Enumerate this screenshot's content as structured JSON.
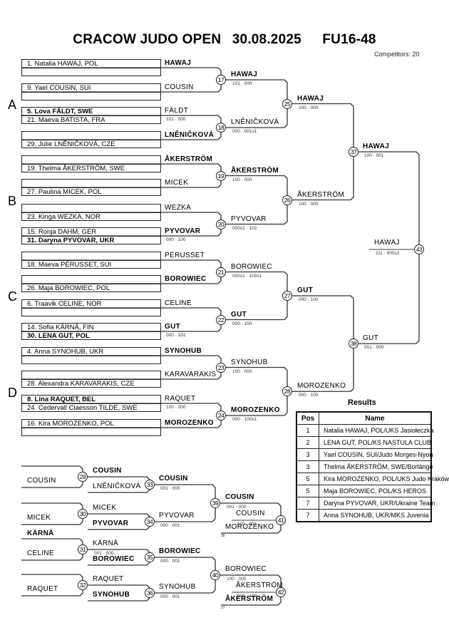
{
  "header": {
    "event": "CRACOW JUDO OPEN",
    "date": "30.08.2025",
    "category": "FU16-48",
    "competitors_label": "Competitors: 20"
  },
  "pools": [
    "A",
    "B",
    "C",
    "D"
  ],
  "draw": [
    {
      "top": "1. Natalia HAWAJ, POL",
      "bottom": "",
      "top_bold": false,
      "bottom_bold": false
    },
    {
      "top": "9. Yael COUSIN, SUI",
      "bottom": "",
      "top_bold": false,
      "bottom_bold": false
    },
    {
      "top": "5. Lova FÄLDT, SWE",
      "bottom": "21. Maeva BATISTA, FRA",
      "top_bold": true,
      "bottom_bold": false
    },
    {
      "top": "",
      "bottom": "29. Julie LNĚNIČKOVÁ, CZE",
      "top_bold": false,
      "bottom_bold": false
    },
    {
      "top": "",
      "bottom": "19. Thelma ÅKERSTRÖM, SWE",
      "top_bold": false,
      "bottom_bold": false
    },
    {
      "top": "",
      "bottom": "27. Paulina MICEK, POL",
      "top_bold": false,
      "bottom_bold": false
    },
    {
      "top": "",
      "bottom": "23. Kinga WEZKA, NOR",
      "top_bold": false,
      "bottom_bold": false
    },
    {
      "top": "15. Ronja DAHM, GER",
      "bottom": "31. Daryna PYVOVAR, UKR",
      "top_bold": false,
      "bottom_bold": true
    },
    {
      "top": "",
      "bottom": "18. Maeva PÉRUSSET, SUI",
      "top_bold": false,
      "bottom_bold": false
    },
    {
      "top": "",
      "bottom": "26. Maja BOROWIEC, POL",
      "top_bold": false,
      "bottom_bold": false
    },
    {
      "top": "6. Traavik CELINE, NOR",
      "bottom": "",
      "top_bold": false,
      "bottom_bold": false
    },
    {
      "top": "14. Sofia KÄRNÄ, FIN",
      "bottom": "30. LENA GUT, POL",
      "top_bold": false,
      "bottom_bold": true
    },
    {
      "top": "4. Anna SYNOHUB, UKR",
      "bottom": "",
      "top_bold": false,
      "bottom_bold": false
    },
    {
      "top": "",
      "bottom": "28. Alexandra KARAVARAKIS, CZE",
      "top_bold": false,
      "bottom_bold": false
    },
    {
      "top": "8. Lina RAQUET, BEL",
      "bottom": "24. Cedervall Claesson TILDE, SWE",
      "top_bold": true,
      "bottom_bold": false
    },
    {
      "top": "16. Kira MOROZENKO, POL",
      "bottom": "",
      "top_bold": false,
      "bottom_bold": false
    }
  ],
  "round1": [
    {
      "name": "HAWAJ",
      "bold": true,
      "score": ""
    },
    {
      "name": "COUSIN",
      "bold": false,
      "score": ""
    },
    {
      "name": "FÄLDT",
      "bold": false,
      "score": "101 · 000"
    },
    {
      "name": "LNĚNIČKOVÁ",
      "bold": true,
      "score": ""
    },
    {
      "name": "ÅKERSTRÖM",
      "bold": true,
      "score": ""
    },
    {
      "name": "MICEK",
      "bold": false,
      "score": ""
    },
    {
      "name": "WEZKA",
      "bold": false,
      "score": ""
    },
    {
      "name": "PYVOVAR",
      "bold": true,
      "score": "000 · 100"
    },
    {
      "name": "PÉRUSSET",
      "bold": false,
      "score": ""
    },
    {
      "name": "BOROWIEC",
      "bold": true,
      "score": ""
    },
    {
      "name": "CELINE",
      "bold": false,
      "score": ""
    },
    {
      "name": "GUT",
      "bold": true,
      "score": "000 · 101"
    },
    {
      "name": "SYNOHUB",
      "bold": true,
      "score": ""
    },
    {
      "name": "KARAVARAKIS",
      "bold": false,
      "score": ""
    },
    {
      "name": "RAQUET",
      "bold": false,
      "score": "100 · 000"
    },
    {
      "name": "MOROZENKO",
      "bold": true,
      "score": ""
    }
  ],
  "round2": [
    {
      "match": "17",
      "name": "HAWAJ",
      "bold": true,
      "score": "101 · 000"
    },
    {
      "match": "18",
      "name": "LNĚNIČKOVÁ",
      "bold": false,
      "score": "000 · 001s1"
    },
    {
      "match": "19",
      "name": "ÅKERSTRÖM",
      "bold": true,
      "score": "100 · 000"
    },
    {
      "match": "20",
      "name": "PYVOVAR",
      "bold": false,
      "score": "000s1 · 102"
    },
    {
      "match": "21",
      "name": "BOROWIEC",
      "bold": false,
      "score": "000s1 · 100s1"
    },
    {
      "match": "22",
      "name": "GUT",
      "bold": true,
      "score": "000 · 100"
    },
    {
      "match": "23",
      "name": "SYNOHUB",
      "bold": false,
      "score": "100 · 000"
    },
    {
      "match": "24",
      "name": "MOROZENKO",
      "bold": true,
      "score": "000 · 100s1"
    }
  ],
  "round3": [
    {
      "match": "25",
      "name": "HAWAJ",
      "bold": true,
      "score": "100 · 000"
    },
    {
      "match": "26",
      "name": "ÅKERSTRÖM",
      "bold": false,
      "score": "100 · 000"
    },
    {
      "match": "27",
      "name": "GUT",
      "bold": true,
      "score": "000 · 100"
    },
    {
      "match": "28",
      "name": "MOROZENKO",
      "bold": false,
      "score": "000 · 100"
    }
  ],
  "semis": [
    {
      "match": "37",
      "name": "HAWAJ",
      "bold": true,
      "score": "100 · 001"
    },
    {
      "match": "38",
      "name": "GUT",
      "bold": false,
      "score": "001 · 000"
    }
  ],
  "final": {
    "match": "43",
    "name": "HAWAJ",
    "score": "111 · 000s3"
  },
  "repechage": {
    "r1": [
      {
        "match": "29",
        "left_top": "",
        "left_bottom": "COUSIN",
        "left_top_bold": false,
        "winner": "COUSIN",
        "winner_bold": true,
        "score": ""
      },
      {
        "match": "30",
        "left_top": "",
        "left_bottom": "MICEK",
        "left_top_bold": false,
        "winner": "MICEK",
        "winner_bold": false,
        "score": ""
      },
      {
        "match": "31",
        "left_top": "KÄRNÄ",
        "left_bottom": "CELINE",
        "left_top_bold": true,
        "winner": "KÄRNÄ",
        "winner_bold": false,
        "score": "001 · 000"
      },
      {
        "match": "32",
        "left_top": "",
        "left_bottom": "RAQUET",
        "left_top_bold": false,
        "winner": "RAQUET",
        "winner_bold": false,
        "score": ""
      }
    ],
    "r2": [
      {
        "match": "33",
        "opponent": "LNĚNIČKOVÁ",
        "opponent_bold": false,
        "winner": "COUSIN",
        "winner_bold": true,
        "score": "001 · 000"
      },
      {
        "match": "34",
        "opponent": "PYVOVAR",
        "opponent_bold": true,
        "winner": "PYVOVAR",
        "winner_bold": false,
        "score": "000 · 001"
      },
      {
        "match": "35",
        "opponent": "BOROWIEC",
        "opponent_bold": true,
        "winner": "BOROWIEC",
        "winner_bold": true,
        "score": "000 · 001"
      },
      {
        "match": "36",
        "opponent": "SYNOHUB",
        "opponent_bold": true,
        "winner": "SYNOHUB",
        "winner_bold": false,
        "score": "000 · 001"
      }
    ],
    "r3": [
      {
        "match": "39",
        "winner": "COUSIN",
        "winner_bold": true,
        "score": "001 · 000"
      },
      {
        "match": "40",
        "winner": "BOROWIEC",
        "winner_bold": false,
        "score": "100 · 000"
      }
    ],
    "bronze": [
      {
        "match": "41",
        "opponent": "MOROZENKO",
        "opponent_bold": false,
        "from_match": "38",
        "winner": "COUSIN",
        "score": "110 · 001"
      },
      {
        "match": "42",
        "opponent": "ÅKERSTRÖM",
        "opponent_bold": true,
        "from_match": "37",
        "winner": "ÅKERSTRÖM",
        "score": "000 · 100"
      }
    ]
  },
  "results": {
    "title": "Results",
    "headers": [
      "Pos",
      "Name"
    ],
    "rows": [
      {
        "pos": "1",
        "name": "Natalia HAWAJ, POL/UKS Jasiołeczka"
      },
      {
        "pos": "2",
        "name": "LENA GUT, POL/KS NASTULA CLUB"
      },
      {
        "pos": "3",
        "name": "Yael COUSIN, SUI/Judo Morges-Nyon"
      },
      {
        "pos": "3",
        "name": "Thelma ÅKERSTRÖM, SWE/Borlänge"
      },
      {
        "pos": "5",
        "name": "Kira MOROZENKO, POL/UKS Judo Kraków"
      },
      {
        "pos": "5",
        "name": "Maja BOROWIEC, POL/KS HEROS"
      },
      {
        "pos": "7",
        "name": "Daryna PYVOVAR, UKR/Ukraine Team"
      },
      {
        "pos": "7",
        "name": "Anna SYNOHUB, UKR/MKS Juvenia"
      }
    ]
  }
}
